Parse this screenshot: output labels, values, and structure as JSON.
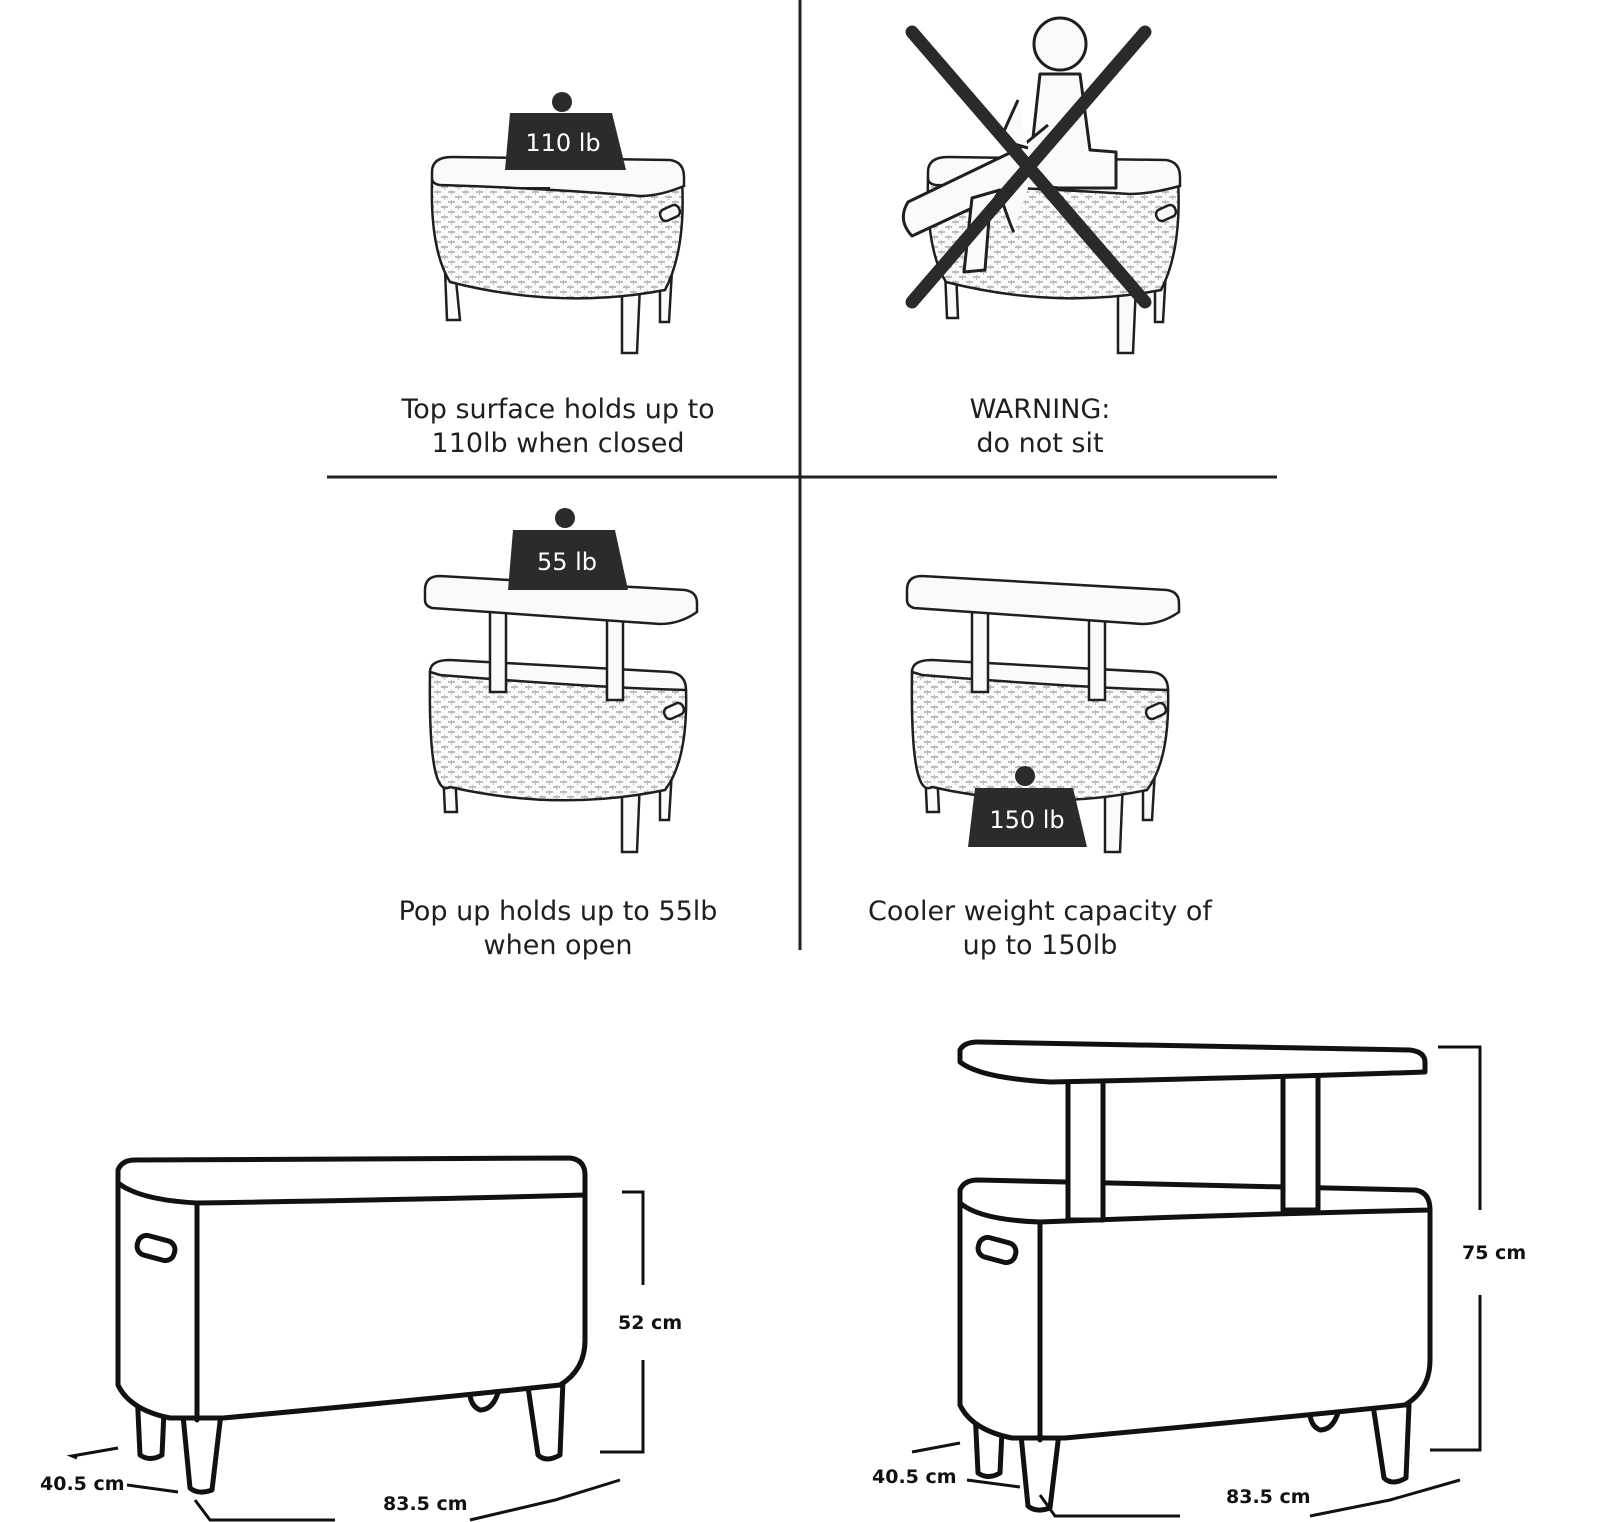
{
  "panels": [
    {
      "weight": "110 lb",
      "caption": [
        "Top surface holds up to",
        "110lb when closed"
      ]
    },
    {
      "weight": "",
      "caption": [
        "WARNING:",
        "do not sit"
      ]
    },
    {
      "weight": "55 lb",
      "caption": [
        "Pop up holds up to 55lb",
        "when open"
      ]
    },
    {
      "weight": "150 lb",
      "caption": [
        "Cooler weight capacity of",
        "up to 150lb"
      ]
    }
  ],
  "dimensions": {
    "closed": {
      "height": "52 cm",
      "depth": "40.5 cm",
      "width": "83.5 cm"
    },
    "open": {
      "height": "75 cm",
      "depth": "40.5 cm",
      "width": "83.5 cm"
    }
  },
  "colors": {
    "line": "#1f1f1f",
    "weight_fill": "#2b2b2b",
    "background": "#ffffff",
    "warning_cross": "#2a2a2a"
  }
}
